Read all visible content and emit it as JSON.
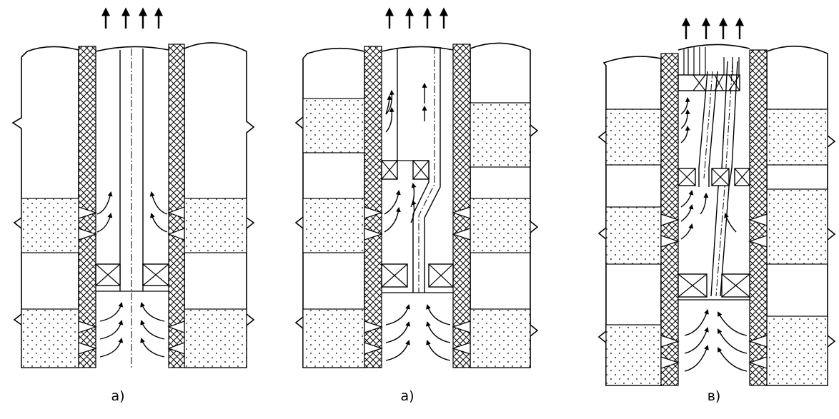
{
  "captions": [
    "а)",
    "а)",
    "в)"
  ],
  "colors": {
    "ink": "#000000",
    "paper": "#ffffff",
    "dots": "#555555"
  },
  "icons": {
    "flow_arrow": "arrow-up-icon",
    "packer": "packer-x-box"
  }
}
